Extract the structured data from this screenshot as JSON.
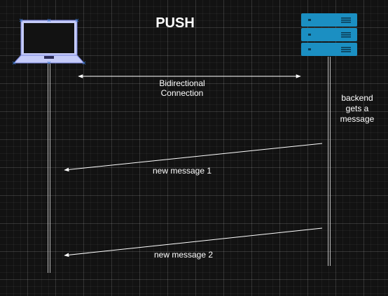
{
  "diagram": {
    "title": "PUSH",
    "connection_label": [
      "Bidirectional",
      "Connection"
    ],
    "backend_note": [
      "backend",
      "gets a",
      "message"
    ],
    "messages": [
      "new message 1",
      "new message 2"
    ],
    "actors": {
      "client": {
        "icon": "laptop-icon",
        "color": "#c5cbf8"
      },
      "server": {
        "icon": "server-icon",
        "color": "#1b8fc2"
      }
    },
    "colors": {
      "background": "#121212",
      "lines": "#ffffff",
      "lifeline": "#bbbbbb"
    }
  }
}
